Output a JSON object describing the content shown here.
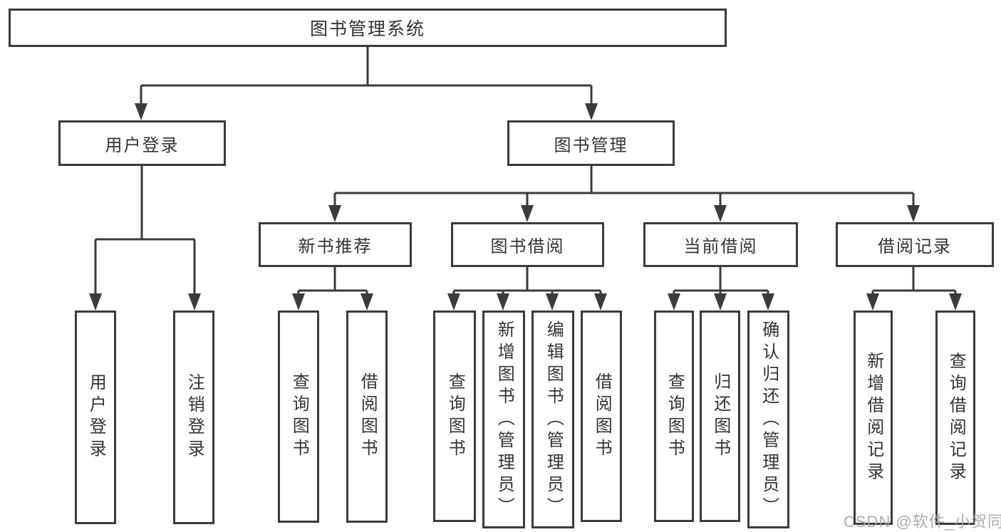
{
  "diagram_type": "hierarchy-tree",
  "tree": {
    "label": "图书管理系统",
    "children": [
      {
        "label": "用户登录",
        "children": [
          {
            "label": "用户登录"
          },
          {
            "label": "注销登录"
          }
        ]
      },
      {
        "label": "图书管理",
        "children": [
          {
            "label": "新书推荐",
            "children": [
              {
                "label": "查询图书"
              },
              {
                "label": "借阅图书"
              }
            ]
          },
          {
            "label": "图书借阅",
            "children": [
              {
                "label": "查询图书"
              },
              {
                "label": "新增图书（管理员）"
              },
              {
                "label": "编辑图书（管理员）"
              },
              {
                "label": "借阅图书"
              }
            ]
          },
          {
            "label": "当前借阅",
            "children": [
              {
                "label": "查询图书"
              },
              {
                "label": "归还图书"
              },
              {
                "label": "确认归还（管理员）"
              }
            ]
          },
          {
            "label": "借阅记录",
            "children": [
              {
                "label": "新增借阅记录"
              },
              {
                "label": "查询借阅记录"
              }
            ]
          }
        ]
      }
    ]
  },
  "watermark": {
    "text": "CSDN @软件_小贺同学"
  },
  "colors": {
    "line": "#3b3b3e",
    "box_border": "#3b3b3e",
    "text": "#333333",
    "watermark": "#a2a3ab",
    "background": "#ffffff"
  }
}
